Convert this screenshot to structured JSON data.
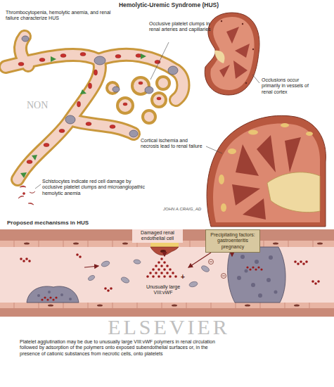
{
  "diagram": {
    "title": "Hemolytic-Uremic Syndrome (HUS)",
    "nodes": [
      {
        "text": [
          "Precipitating factors: gastroenteritis pregnancy"
        ]
      }
    ],
    "labels": [
      "Thrombocytopenia, hemolytic anemia, and renal failure characterize HUS",
      "Occlusive platelet clumps in renal arteries and capillaries",
      "Occlusions occur primarily in vessels of renal cortex",
      "Cortical ischemia and necrosis lead to renal failure",
      "Schistocytes indicate red cell damage by occlusive platelet clumps and microangiopathic hemolytic anemia",
      "NON",
      "JOHN A.CRAIG_AD",
      "Proposed mechanisms in HUS",
      "Damaged renal endothelial cell",
      "Unusually large VIII:vWF",
      "+",
      "ELSEVIER",
      "Platelet agglutination may be due to unusually large VIII:vWF polymers in renal circulation followed by adsorption of the polymers onto exposed subendothelial surfaces or, in the presence of cationic substances from necrotic cells, onto platelets"
    ]
  }
}
